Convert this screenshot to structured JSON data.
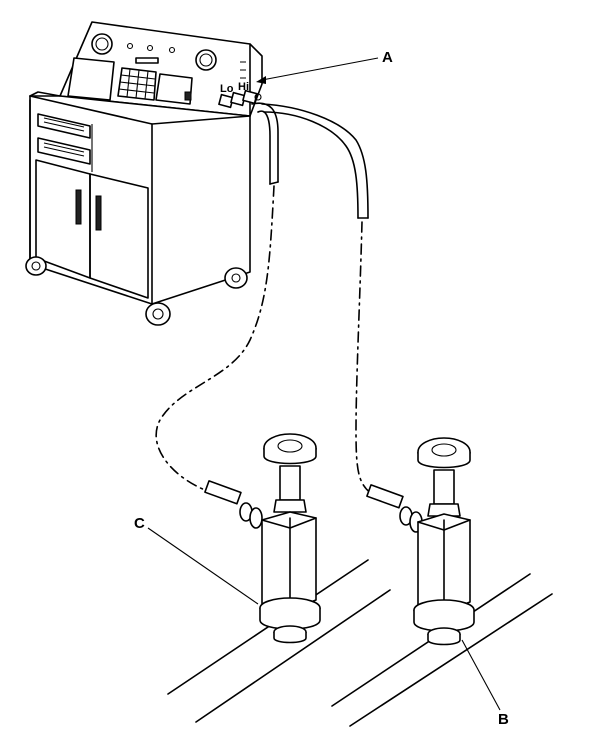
{
  "callouts": {
    "a": "A",
    "b": "B",
    "c": "C"
  },
  "ports": {
    "low": "Lo",
    "high": "Hi"
  },
  "colors": {
    "ink": "#000000",
    "paper": "#ffffff"
  }
}
